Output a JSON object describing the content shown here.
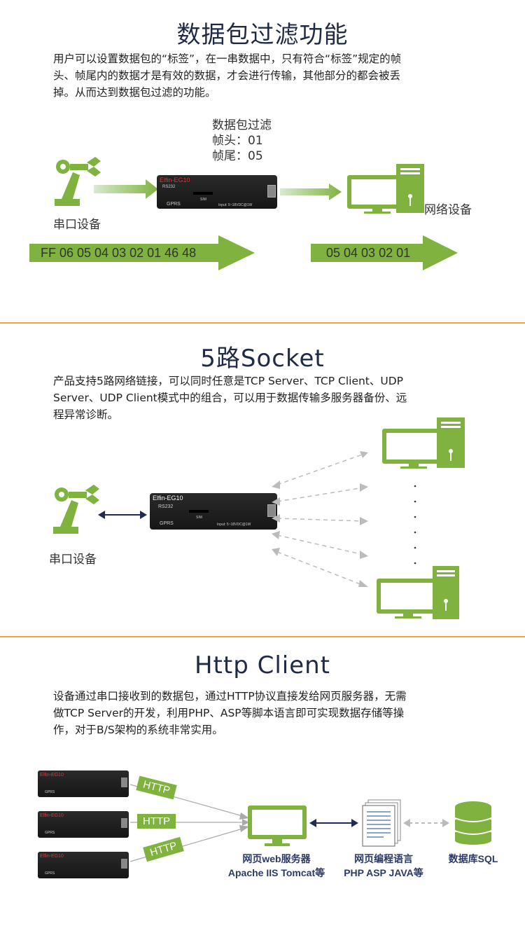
{
  "colors": {
    "accent_green": "#7fb23f",
    "divider_orange": "#f0a43a",
    "title_navy": "#1f2a44",
    "device_dark": "#222222"
  },
  "section1": {
    "title": "数据包过滤功能",
    "desc_lines": [
      "用户可以设置数据包的“标签”，在一串数据中，只有符合“标签”规定的帧",
      "头、帧尾内的数据才是有效的数据，才会进行传输，其他部分的都会被丢",
      "掉。从而达到数据包过滤的功能。"
    ],
    "filter_lines": [
      "数据包过滤",
      "帧头：01",
      "帧尾：05"
    ],
    "serial_label": "串口设备",
    "network_label": "网络设备",
    "input_data": "FF 06 05 04 03 02 01 46 48",
    "output_data": "05 04 03 02 01"
  },
  "device": {
    "name": "Elfin-EG10",
    "port": "RS232",
    "net": "GPRS",
    "sim": "SIM",
    "power": "Input: 5~18VDC@1W"
  },
  "section2": {
    "title": "5路Socket",
    "desc_lines": [
      "产品支持5路网络链接，可以同时任意是TCP Server、TCP Client、UDP",
      "Server、UDP Client模式中的组合，可以用于数据传输多服务器备份、远",
      "程异常诊断。"
    ],
    "serial_label": "串口设备"
  },
  "section3": {
    "title": "Http Client",
    "desc_lines": [
      "设备通过串口接收到的数据包，通过HTTP协议直接发给网页服务器，无需",
      "做TCP Server的开发，利用PHP、ASP等脚本语言即可实现数据存储等操",
      "作，对于B/S架构的系统非常实用。"
    ],
    "http_tags": [
      "HTTP",
      "HTTP",
      "HTTP"
    ],
    "web_server": {
      "line1": "网页web服务器",
      "line2": "Apache IIS Tomcat等"
    },
    "web_lang": {
      "line1": "网页编程语言",
      "line2": "PHP ASP JAVA等"
    },
    "database": {
      "line1": "数据库SQL"
    }
  }
}
